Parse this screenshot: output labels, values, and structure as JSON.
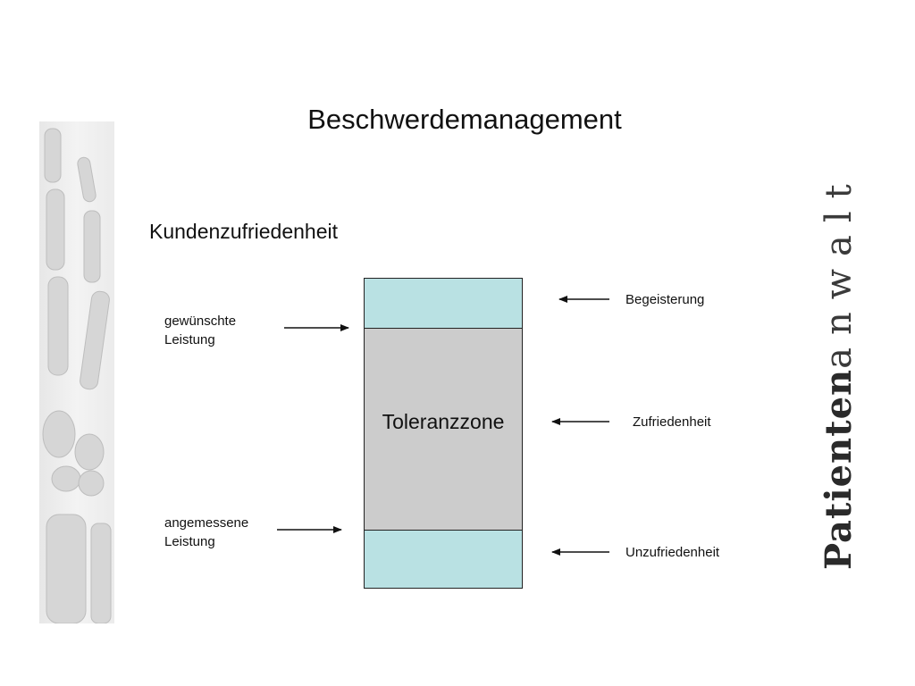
{
  "slide": {
    "title": "Beschwerdemanagement",
    "subtitle": "Kundenzufriedenheit"
  },
  "diagram": {
    "center_label": "Toleranzzone",
    "left_labels": {
      "top_line1": "gewünschte",
      "top_line2": "Leistung",
      "bottom_line1": "angemessene",
      "bottom_line2": "Leistung"
    },
    "right_labels": {
      "top": "Begeisterung",
      "middle": "Zufriedenheit",
      "bottom": "Unzufriedenheit"
    },
    "colors": {
      "zone_light": "#b9e1e3",
      "zone_gray": "#cccccc",
      "border": "#222222"
    }
  },
  "brand": {
    "bold": "Patienten",
    "light": "anwalt"
  }
}
